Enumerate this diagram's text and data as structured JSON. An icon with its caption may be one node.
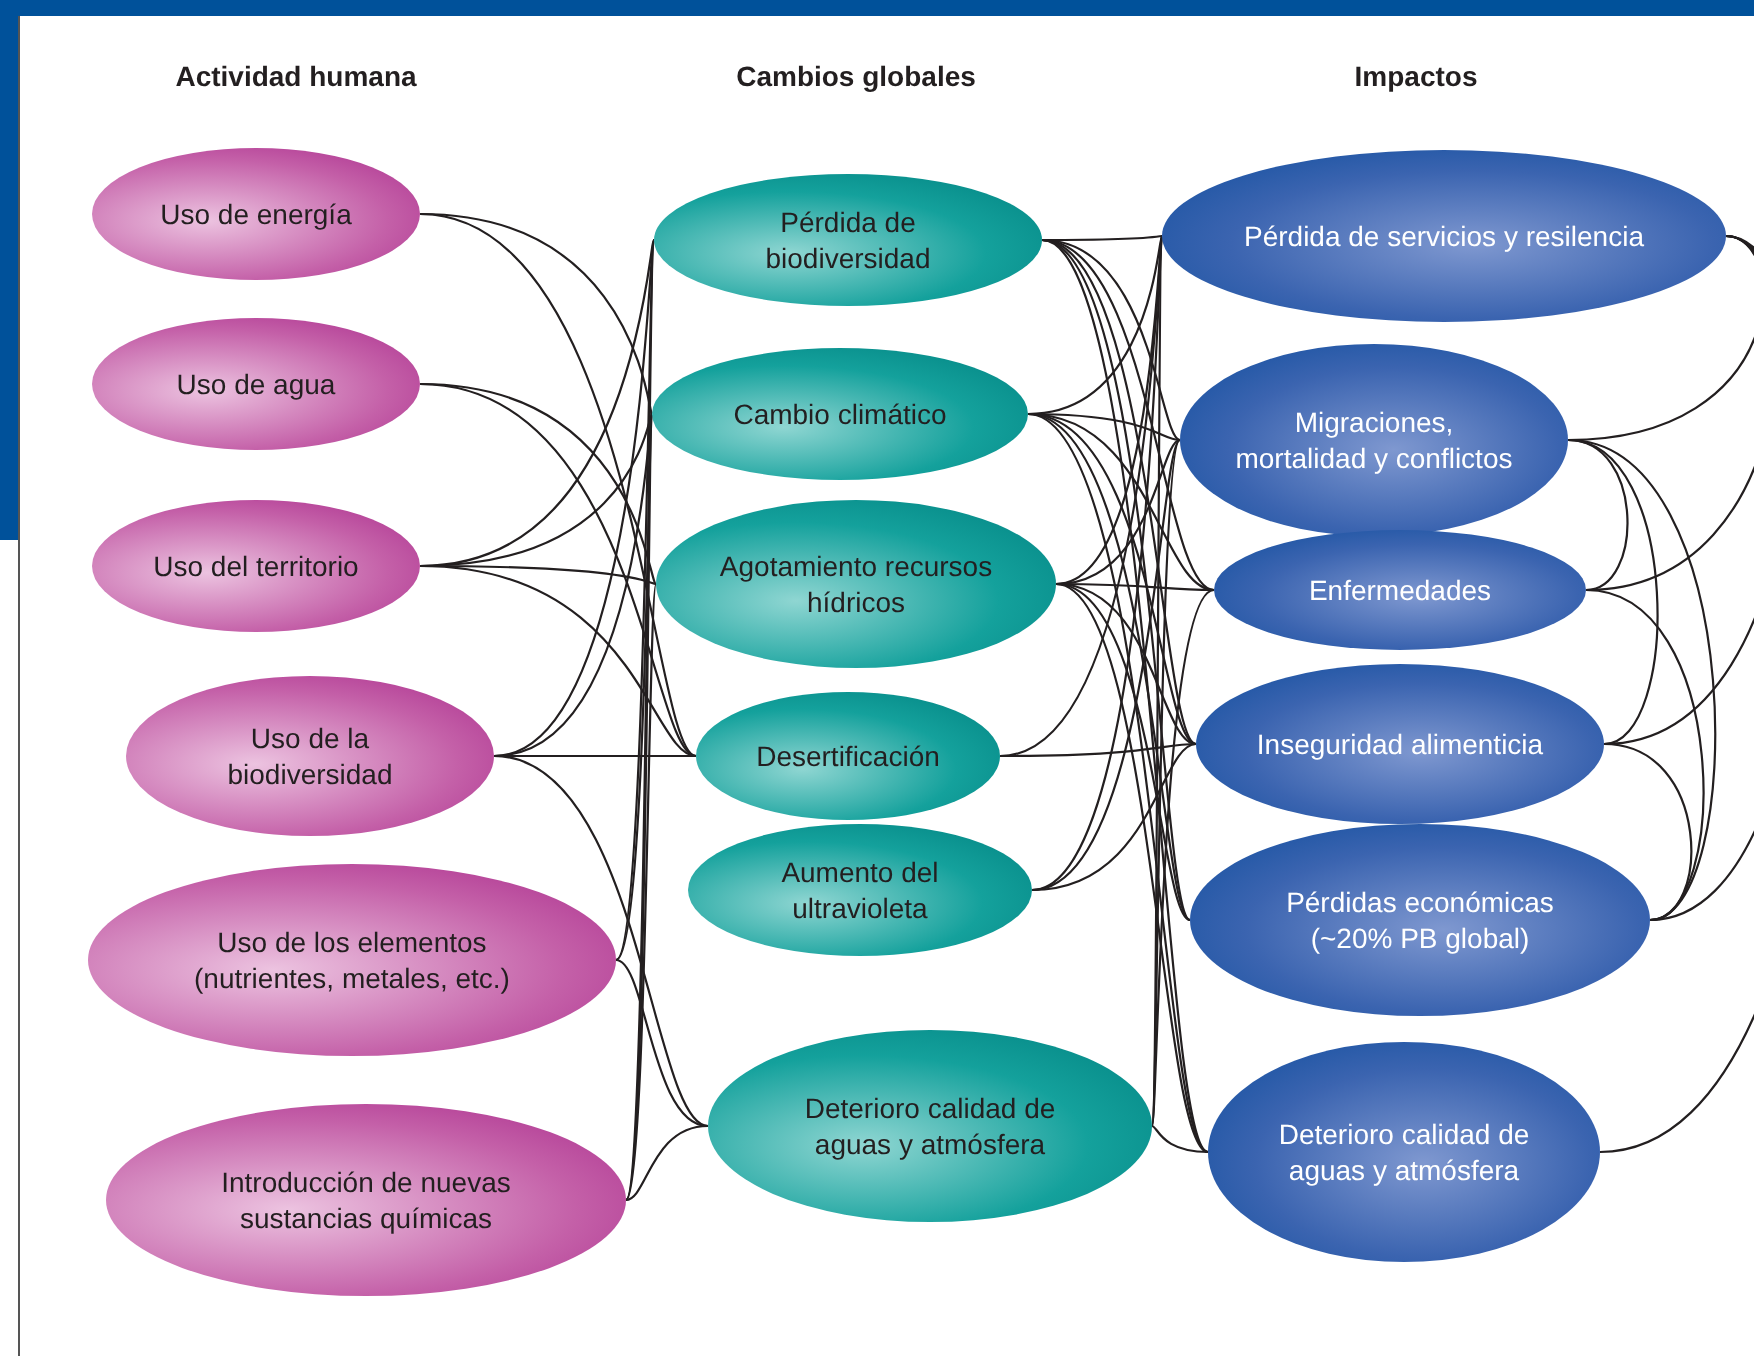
{
  "diagram": {
    "nodes": [
      {
        "text": [
          "Uso de energía"
        ]
      },
      {
        "text": [
          "Uso de agua"
        ]
      },
      {
        "text": [
          "Uso del territorio"
        ]
      },
      {
        "text": [
          "Uso de la biodiversidad"
        ]
      },
      {
        "text": [
          "Uso de los elementos (nutrientes, metales, etc.)"
        ]
      },
      {
        "text": [
          "Introducción de nuevas sustancias químicas"
        ]
      },
      {
        "text": [
          "Pérdida de biodiversidad"
        ]
      },
      {
        "text": [
          "Cambio climático"
        ]
      },
      {
        "text": [
          "Agotamiento recursos hídricos"
        ]
      },
      {
        "text": [
          "Desertificación"
        ]
      },
      {
        "text": [
          "Aumento del ultravioleta"
        ]
      },
      {
        "text": [
          "Deterioro calidad de aguas y atmósfera"
        ]
      },
      {
        "text": [
          "Pérdida de servicios y resilencia"
        ]
      },
      {
        "text": [
          "Migraciones, mortalidad y conflictos"
        ]
      },
      {
        "text": [
          "Enfermedades"
        ]
      },
      {
        "text": [
          "Inseguridad alimenticia"
        ]
      },
      {
        "text": [
          "Pérdidas económicas (~20% PB global)"
        ]
      },
      {
        "text": [
          "Deterioro calidad de aguas y atmósfera"
        ]
      }
    ],
    "edges": [
      {
        "from": 0,
        "to": 7,
        "arrow": "none"
      },
      {
        "from": 0,
        "to": 9,
        "arrow": "none"
      },
      {
        "from": 1,
        "to": 8,
        "arrow": "none"
      },
      {
        "from": 1,
        "to": 9,
        "arrow": "none"
      },
      {
        "from": 2,
        "to": 6,
        "arrow": "none"
      },
      {
        "from": 2,
        "to": 7,
        "arrow": "none"
      },
      {
        "from": 2,
        "to": 8,
        "arrow": "none"
      },
      {
        "from": 2,
        "to": 9,
        "arrow": "none"
      },
      {
        "from": 3,
        "to": 6,
        "arrow": "none"
      },
      {
        "from": 3,
        "to": 7,
        "arrow": "none"
      },
      {
        "from": 3,
        "to": 9,
        "arrow": "none"
      },
      {
        "from": 3,
        "to": 11,
        "arrow": "none"
      },
      {
        "from": 4,
        "to": 6,
        "arrow": "none"
      },
      {
        "from": 4,
        "to": 7,
        "arrow": "none"
      },
      {
        "from": 4,
        "to": 11,
        "arrow": "none"
      },
      {
        "from": 5,
        "to": 6,
        "arrow": "none"
      },
      {
        "from": 5,
        "to": 7,
        "arrow": "none"
      },
      {
        "from": 5,
        "to": 8,
        "arrow": "none"
      },
      {
        "from": 5,
        "to": 11,
        "arrow": "none"
      },
      {
        "from": 6,
        "to": 12,
        "arrow": "none"
      },
      {
        "from": 6,
        "to": 13,
        "arrow": "none"
      },
      {
        "from": 6,
        "to": 14,
        "arrow": "none"
      },
      {
        "from": 6,
        "to": 15,
        "arrow": "none"
      },
      {
        "from": 6,
        "to": 16,
        "arrow": "none"
      },
      {
        "from": 6,
        "to": 17,
        "arrow": "none"
      },
      {
        "from": 7,
        "to": 12,
        "arrow": "none"
      },
      {
        "from": 7,
        "to": 13,
        "arrow": "none"
      },
      {
        "from": 7,
        "to": 14,
        "arrow": "none"
      },
      {
        "from": 7,
        "to": 15,
        "arrow": "none"
      },
      {
        "from": 7,
        "to": 16,
        "arrow": "none"
      },
      {
        "from": 7,
        "to": 17,
        "arrow": "none"
      },
      {
        "from": 8,
        "to": 12,
        "arrow": "none"
      },
      {
        "from": 8,
        "to": 13,
        "arrow": "none"
      },
      {
        "from": 8,
        "to": 14,
        "arrow": "none"
      },
      {
        "from": 8,
        "to": 15,
        "arrow": "none"
      },
      {
        "from": 8,
        "to": 16,
        "arrow": "none"
      },
      {
        "from": 8,
        "to": 17,
        "arrow": "none"
      },
      {
        "from": 9,
        "to": 12,
        "arrow": "none"
      },
      {
        "from": 9,
        "to": 15,
        "arrow": "none"
      },
      {
        "from": 10,
        "to": 12,
        "arrow": "none"
      },
      {
        "from": 10,
        "to": 13,
        "arrow": "none"
      },
      {
        "from": 10,
        "to": 15,
        "arrow": "none"
      },
      {
        "from": 11,
        "to": 12,
        "arrow": "none"
      },
      {
        "from": 11,
        "to": 13,
        "arrow": "none"
      },
      {
        "from": 11,
        "to": 14,
        "arrow": "none"
      },
      {
        "from": 11,
        "to": 17,
        "arrow": "none"
      },
      {
        "from": 12,
        "to": 13,
        "arrow": "none"
      },
      {
        "from": 12,
        "to": 14,
        "arrow": "none"
      },
      {
        "from": 12,
        "to": 15,
        "arrow": "none"
      },
      {
        "from": 12,
        "to": 16,
        "arrow": "none"
      },
      {
        "from": 12,
        "to": 17,
        "arrow": "none"
      },
      {
        "from": 13,
        "to": 14,
        "arrow": "none"
      },
      {
        "from": 13,
        "to": 15,
        "arrow": "none"
      },
      {
        "from": 13,
        "to": 16,
        "arrow": "none"
      },
      {
        "from": 14,
        "to": 16,
        "arrow": "none"
      },
      {
        "from": 15,
        "to": 16,
        "arrow": "none"
      }
    ],
    "labels": [
      "Actividad humana",
      "Cambios globales",
      "Impactos"
    ]
  }
}
